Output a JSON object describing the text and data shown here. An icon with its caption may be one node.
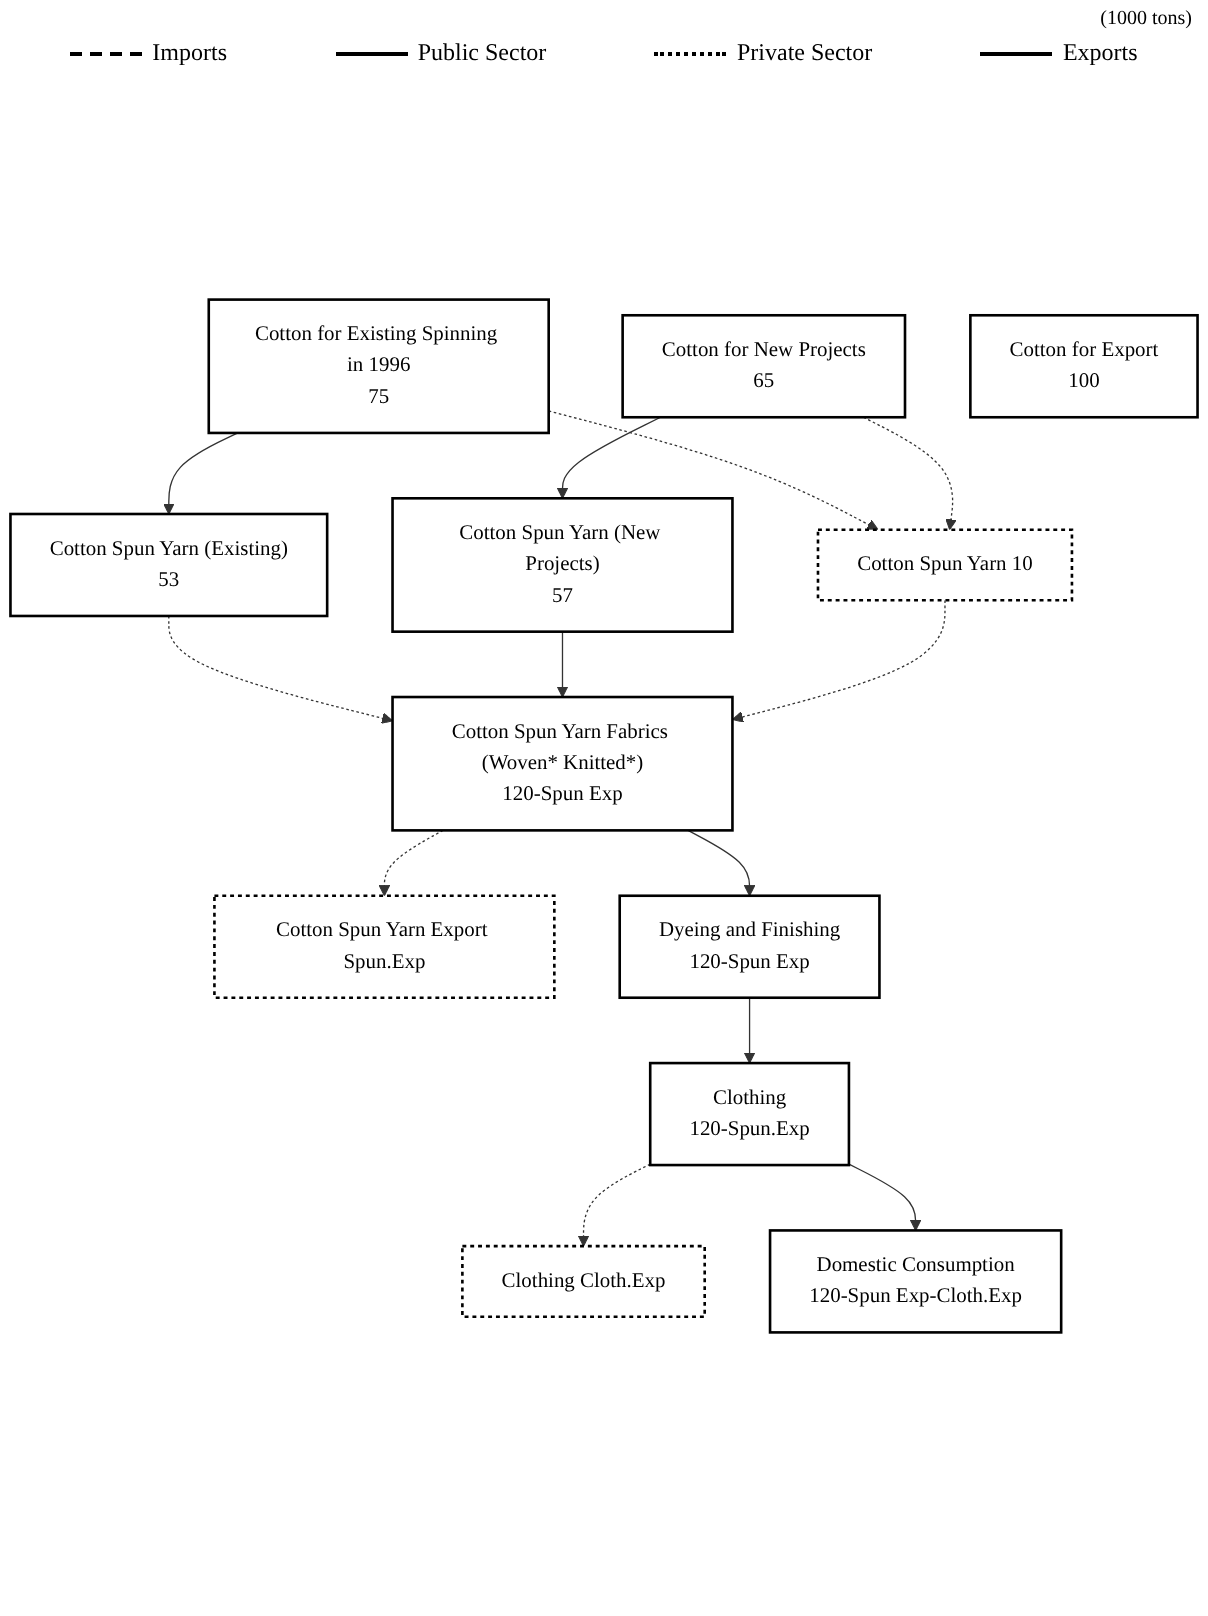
{
  "diagram": {
    "nodes": [
      {
        "text": [
          "Cotton for Existing Spinning in 1996",
          "75"
        ]
      },
      {
        "text": [
          "Cotton for New Projects",
          "65"
        ]
      },
      {
        "text": [
          "Cotton for Export",
          "100"
        ]
      },
      {
        "text": [
          "Cotton Spun Yarn (Existing)",
          "53"
        ]
      },
      {
        "text": [
          "Cotton Spun Yarn (New Projects)",
          "57"
        ]
      },
      {
        "text": [
          "Cotton Spun Yarn 10"
        ]
      },
      {
        "text": [
          "Cotton Spun Yarn Export Spun.Exp"
        ]
      },
      {
        "text": [
          "Cotton Spun Yarn Fabrics (Woven* Knitted*)",
          "120-Spun Exp"
        ]
      },
      {
        "text": [
          "Dyeing and Finishing",
          "120-Spun Exp"
        ]
      },
      {
        "text": [
          "Clothing",
          "120-Spun.Exp"
        ]
      },
      {
        "text": [
          "Clothing Cloth.Exp"
        ]
      },
      {
        "text": [
          "Domestic Consumption",
          "120-Spun Exp-Cloth.Exp"
        ]
      }
    ],
    "edges": [
      {
        "from": 0,
        "to": 3,
        "arrow": "to"
      },
      {
        "from": 1,
        "to": 4,
        "arrow": "to"
      },
      {
        "from": 0,
        "to": 5,
        "arrow": "to",
        "style": "dashed"
      },
      {
        "from": 1,
        "to": 5,
        "arrow": "to",
        "style": "dashed"
      },
      {
        "from": 3,
        "to": 7,
        "arrow": "to",
        "style": "dashed"
      },
      {
        "from": 4,
        "to": 7,
        "arrow": "to"
      },
      {
        "from": 5,
        "to": 7,
        "arrow": "to",
        "style": "dashed"
      },
      {
        "from": 7,
        "to": 6,
        "arrow": "to",
        "style": "dashed"
      },
      {
        "from": 7,
        "to": 8,
        "arrow": "to"
      },
      {
        "from": 8,
        "to": 9,
        "arrow": "to"
      },
      {
        "from": 9,
        "to": 10,
        "arrow": "to",
        "style": "dashed"
      },
      {
        "from": 9,
        "to": 11,
        "arrow": "to"
      }
    ],
    "labels": [
      "(1000 tons)"
    ],
    "legend": [
      {
        "text": "Imports"
      },
      {
        "text": "Public Sector"
      },
      {
        "text": "Private Sector"
      },
      {
        "text": "Exports"
      }
    ]
  }
}
